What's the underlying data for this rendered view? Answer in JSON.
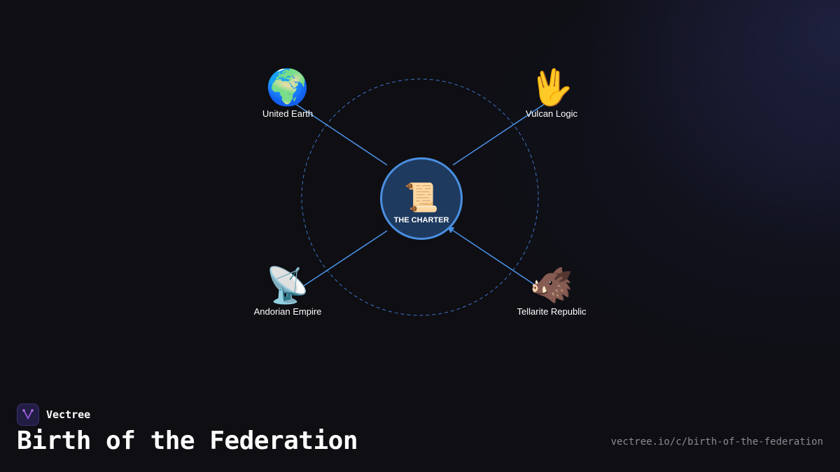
{
  "diagram": {
    "center": {
      "label": "THE CHARTER",
      "icon": "scroll-icon",
      "glyph": "📜"
    },
    "nodes": [
      {
        "label": "United Earth",
        "icon": "earth-globe-icon",
        "glyph": "🌍"
      },
      {
        "label": "Vulcan Logic",
        "icon": "vulcan-salute-icon",
        "glyph": "🖖"
      },
      {
        "label": "Andorian Empire",
        "icon": "satellite-antenna-icon",
        "glyph": "📡"
      },
      {
        "label": "Tellarite Republic",
        "icon": "boar-icon",
        "glyph": "🐗"
      }
    ],
    "colors": {
      "edge": "#4a8fe0",
      "center_fill": "#1e3a5f",
      "orbit": "#3f74c4"
    }
  },
  "brand": {
    "name": "Vectree"
  },
  "title": "Birth of the Federation",
  "url": "vectree.io/c/birth-of-the-federation"
}
